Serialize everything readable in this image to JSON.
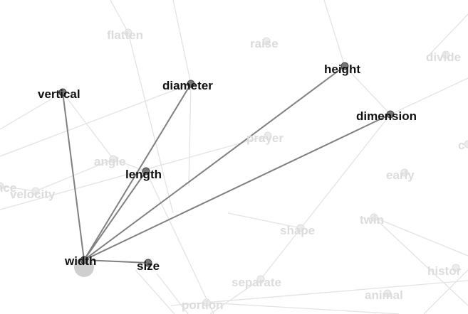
{
  "graph": {
    "focus_word": "width",
    "active_nodes": [
      {
        "id": "width",
        "label": "width"
      },
      {
        "id": "vertical",
        "label": "vertical"
      },
      {
        "id": "diameter",
        "label": "diameter"
      },
      {
        "id": "height",
        "label": "height"
      },
      {
        "id": "dimension",
        "label": "dimension"
      },
      {
        "id": "length",
        "label": "length"
      },
      {
        "id": "size",
        "label": "size"
      }
    ],
    "faded_nodes": [
      {
        "id": "flatten",
        "label": "flatten"
      },
      {
        "id": "raise",
        "label": "raise"
      },
      {
        "id": "divide",
        "label": "divide"
      },
      {
        "id": "prayer",
        "label": "prayer"
      },
      {
        "id": "angle",
        "label": "angle"
      },
      {
        "id": "velocity",
        "label": "velocity"
      },
      {
        "id": "distance",
        "label": "nce"
      },
      {
        "id": "early",
        "label": "early"
      },
      {
        "id": "shape",
        "label": "shape"
      },
      {
        "id": "twin",
        "label": "twin"
      },
      {
        "id": "separate",
        "label": "separate"
      },
      {
        "id": "portion",
        "label": "portion"
      },
      {
        "id": "animal",
        "label": "animal"
      },
      {
        "id": "history",
        "label": "histor"
      },
      {
        "id": "edge_c",
        "label": "c"
      }
    ],
    "active_edges": [
      [
        "width",
        "vertical"
      ],
      [
        "width",
        "diameter"
      ],
      [
        "width",
        "height"
      ],
      [
        "width",
        "dimension"
      ],
      [
        "width",
        "length"
      ],
      [
        "width",
        "size"
      ]
    ],
    "colors": {
      "active_edge": "#808080",
      "faded_edge": "#e3e3e3",
      "active_label": "#111111",
      "faded_label": "#dcdcdc",
      "node_fill": "#777777",
      "focus_halo": "#cfcfcf"
    }
  }
}
